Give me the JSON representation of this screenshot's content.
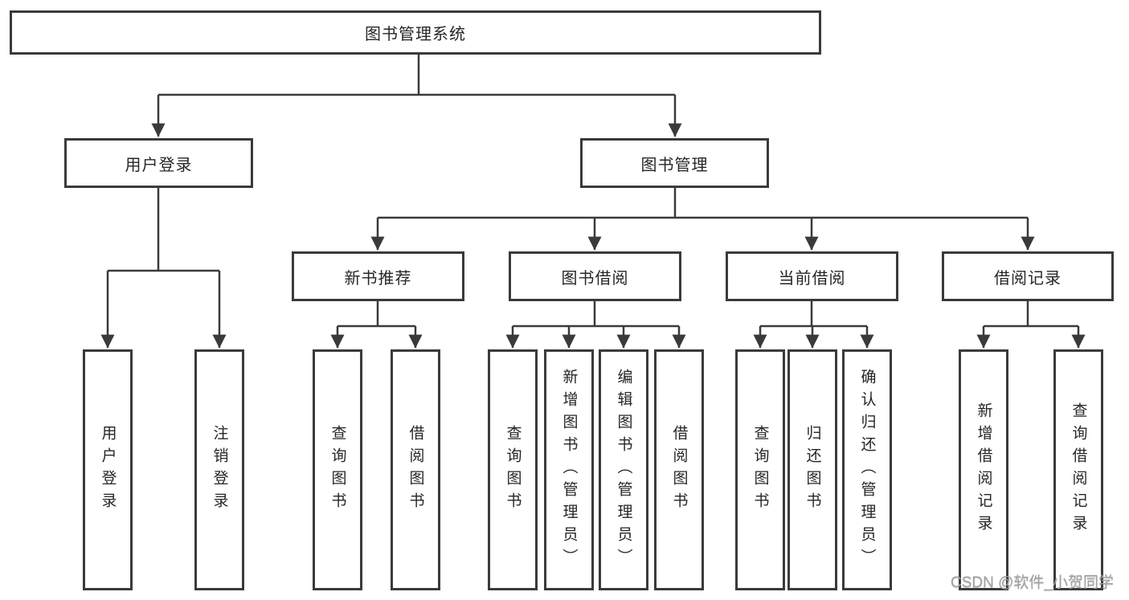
{
  "colors": {
    "line": "#3a3a3a",
    "border": "#3a3a3a",
    "text": "#262626",
    "background": "#ffffff",
    "watermark_text_color": "#a0a0a0"
  },
  "watermark": {
    "text": "CSDN @软件_小贺同学"
  },
  "tree": {
    "root": {
      "label": "图书管理系统"
    },
    "user_login": {
      "label": "用户登录",
      "children": [
        {
          "label": "用户登录"
        },
        {
          "label": "注销登录"
        }
      ]
    },
    "book_management": {
      "label": "图书管理",
      "sections": [
        {
          "label": "新书推荐",
          "children": [
            {
              "label": "查询图书"
            },
            {
              "label": "借阅图书"
            }
          ]
        },
        {
          "label": "图书借阅",
          "children": [
            {
              "label": "查询图书"
            },
            {
              "label": "新增图书（管理员）"
            },
            {
              "label": "编辑图书（管理员）"
            },
            {
              "label": "借阅图书"
            }
          ]
        },
        {
          "label": "当前借阅",
          "children": [
            {
              "label": "查询图书"
            },
            {
              "label": "归还图书"
            },
            {
              "label": "确认归还（管理员）"
            }
          ]
        },
        {
          "label": "借阅记录",
          "children": [
            {
              "label": "新增借阅记录"
            },
            {
              "label": "查询借阅记录"
            }
          ]
        }
      ]
    }
  }
}
